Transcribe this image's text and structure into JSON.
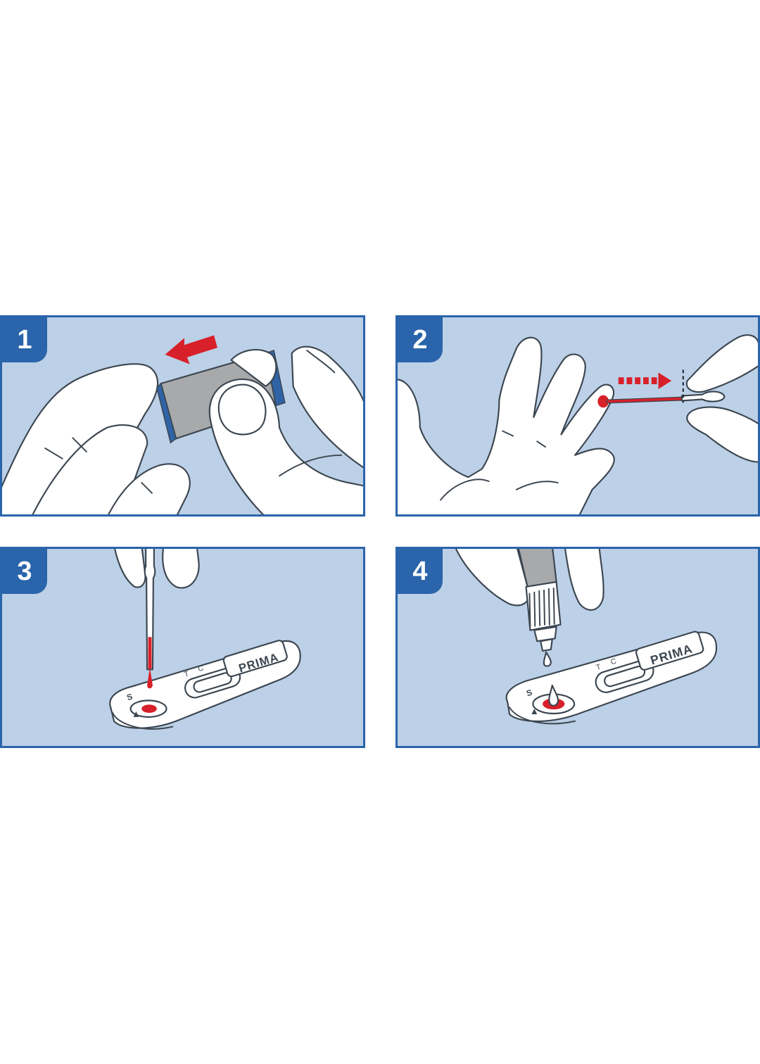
{
  "steps": [
    {
      "number": "1"
    },
    {
      "number": "2"
    },
    {
      "number": "3",
      "cassette": {
        "brand": "PRIMA",
        "control_mark": "C",
        "test_mark": "T",
        "sample_mark": "S"
      }
    },
    {
      "number": "4",
      "cassette": {
        "brand": "PRIMA",
        "control_mark": "C",
        "test_mark": "T",
        "sample_mark": "S"
      }
    }
  ],
  "colors": {
    "frame": "#2a64aa",
    "panel_background": "#bcd0e7",
    "blood_accent": "#d8202a",
    "outline": "#3c4650"
  }
}
